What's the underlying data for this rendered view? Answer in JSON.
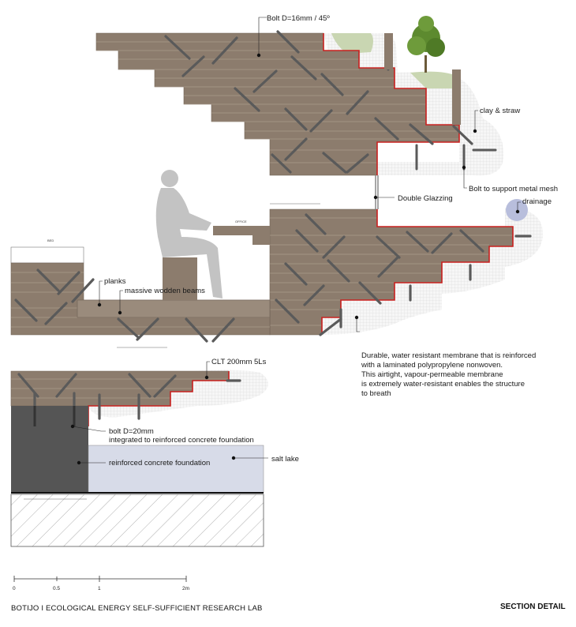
{
  "labels": {
    "bolt_top": "Bolt D=16mm / 45º",
    "clay_straw": "clay & straw",
    "bolt_mesh": "Bolt to support metal mesh",
    "double_glazing": "Double Glazzing",
    "drainage": "drainage",
    "planks": "planks",
    "massive_beams": "massive wodden beams",
    "membrane_1": "Durable, water resistant membrane that is reinforced",
    "membrane_2": "with a laminated polypropylene nonwoven.",
    "membrane_3": "This airtight, vapour-permeable membrane",
    "membrane_4": "is extremely water-resistant enables the structure",
    "membrane_5": "to breath",
    "clt": "CLT 200mm 5Ls",
    "bolt_d20_1": "bolt D=20mm",
    "bolt_d20_2": "integrated to reinforced concrete foundation",
    "concrete": "reinforced concrete foundation",
    "salt_lake": "salt lake",
    "office": "OFFICE",
    "bed": "BED"
  },
  "scale": {
    "ticks": [
      "0",
      "0.5",
      "1",
      "2m"
    ]
  },
  "footer": {
    "project": "BOTIJO I ECOLOGICAL ENERGY SELF-SUFFICIENT RESEARCH LAB",
    "sheet": "SECTION DETAIL"
  },
  "colors": {
    "wood": "#8c7c6d",
    "wood_line": "#b7aa9c",
    "membrane": "#c8201e",
    "concrete": "#555555",
    "salt_lake": "#d7dbe8",
    "clay": "#f1f1f1",
    "figure": "#c3c3c3",
    "tree": "#5d8a2f",
    "drain": "#b8bedc"
  }
}
